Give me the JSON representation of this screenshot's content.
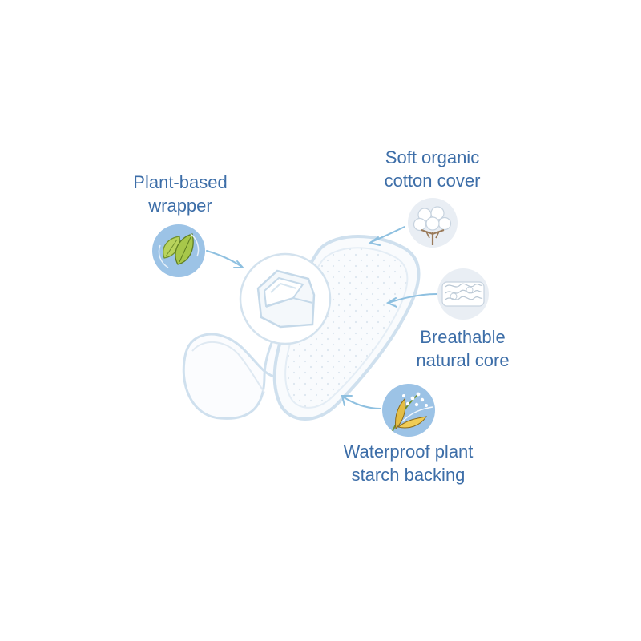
{
  "labels": {
    "wrapper": {
      "line1": "Plant-based",
      "line2": "wrapper"
    },
    "cover": {
      "line1": "Soft organic",
      "line2": "cotton cover"
    },
    "core": {
      "line1": "Breathable",
      "line2": "natural core"
    },
    "backing": {
      "line1": "Waterproof plant",
      "line2": "starch backing"
    }
  },
  "icons": {
    "wrapper": "leaf-icon",
    "cover": "cotton-boll-icon",
    "core": "fibers-icon",
    "backing": "wheat-icon"
  },
  "colors": {
    "label_text": "#3d6ea8",
    "icon_fill": "#9cc3e6",
    "icon_fill_light": "#e9eef4",
    "outline": "#cfe0ee",
    "arrow": "#8ec0e0",
    "leaf": "#a7c74a"
  }
}
